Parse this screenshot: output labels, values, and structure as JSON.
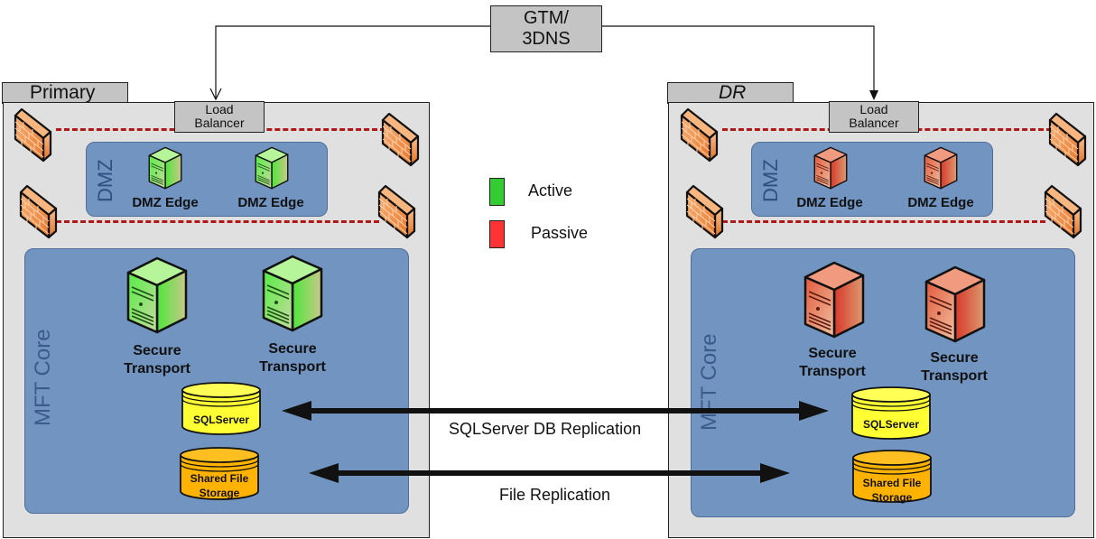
{
  "gtm": {
    "line1": "GTM/",
    "line2": "3DNS"
  },
  "legend": {
    "items": [
      {
        "label": "Active",
        "color": "#33cc33"
      },
      {
        "label": "Passive",
        "color": "#ff3333"
      }
    ]
  },
  "sites": {
    "primary": {
      "title": "Primary",
      "load_balancer": {
        "line1": "Load",
        "line2": "Balancer"
      },
      "dmz": {
        "label": "DMZ",
        "servers": [
          {
            "label": "DMZ Edge"
          },
          {
            "label": "DMZ Edge"
          }
        ]
      },
      "core": {
        "label": "MFT Core",
        "servers": [
          {
            "line1": "Secure",
            "line2": "Transport"
          },
          {
            "line1": "Secure",
            "line2": "Transport"
          }
        ],
        "sql": {
          "label": "SQLServer"
        },
        "storage": {
          "line1": "Shared File",
          "line2": "Storage"
        }
      },
      "state": "active"
    },
    "dr": {
      "title": "DR",
      "load_balancer": {
        "line1": "Load",
        "line2": "Balancer"
      },
      "dmz": {
        "label": "DMZ",
        "servers": [
          {
            "label": "DMZ Edge"
          },
          {
            "label": "DMZ Edge"
          }
        ]
      },
      "core": {
        "label": "MFT Core",
        "servers": [
          {
            "line1": "Secure",
            "line2": "Transport"
          },
          {
            "line1": "Secure",
            "line2": "Transport"
          }
        ],
        "sql": {
          "label": "SQLServer"
        },
        "storage": {
          "line1": "Shared File",
          "line2": "Storage"
        }
      },
      "state": "passive"
    }
  },
  "replication": {
    "db": "SQLServer DB Replication",
    "file": "File Replication"
  },
  "colors": {
    "active_server": "#44dd33",
    "passive_server": "#d9412b",
    "firewall": "#f08a3c",
    "sql_db": "#ffff33",
    "storage_db": "#ffb300",
    "zone_blue": "#7194c0",
    "site_gray": "#e0e0e0",
    "firewall_link": "#b01818"
  }
}
